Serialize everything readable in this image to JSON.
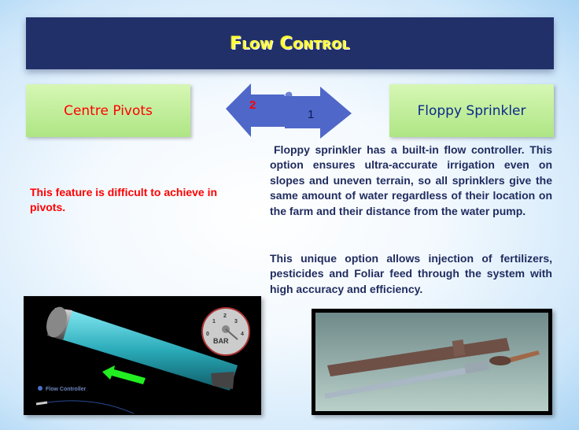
{
  "title": "Flow Control",
  "boxes": {
    "left": "Centre Pivots",
    "right": "Floppy Sprinkler"
  },
  "arrows": {
    "left_number": "2",
    "right_number": "1"
  },
  "note": "This feature is difficult to achieve in pivots.",
  "paragraphs": [
    "Floppy sprinkler has a built-in flow controller. This option ensures ultra-accurate irrigation even on slopes and uneven terrain, so all sprinklers give the same amount of water regardless of their location on the farm and their distance from the water pump.",
    "This unique option allows injection of fertilizers, pesticides and Foliar feed through the system with high accuracy and efficiency."
  ],
  "image1": {
    "gauge_unit": "BAR",
    "gauge_ticks": [
      "0",
      "1",
      "2",
      "3",
      "4"
    ],
    "caption": "Flow Controller"
  },
  "colors": {
    "title_bar": "#22306a",
    "title_text": "#ffff33",
    "box_green": "#c4f0a0",
    "arrow": "#4f67c8"
  }
}
